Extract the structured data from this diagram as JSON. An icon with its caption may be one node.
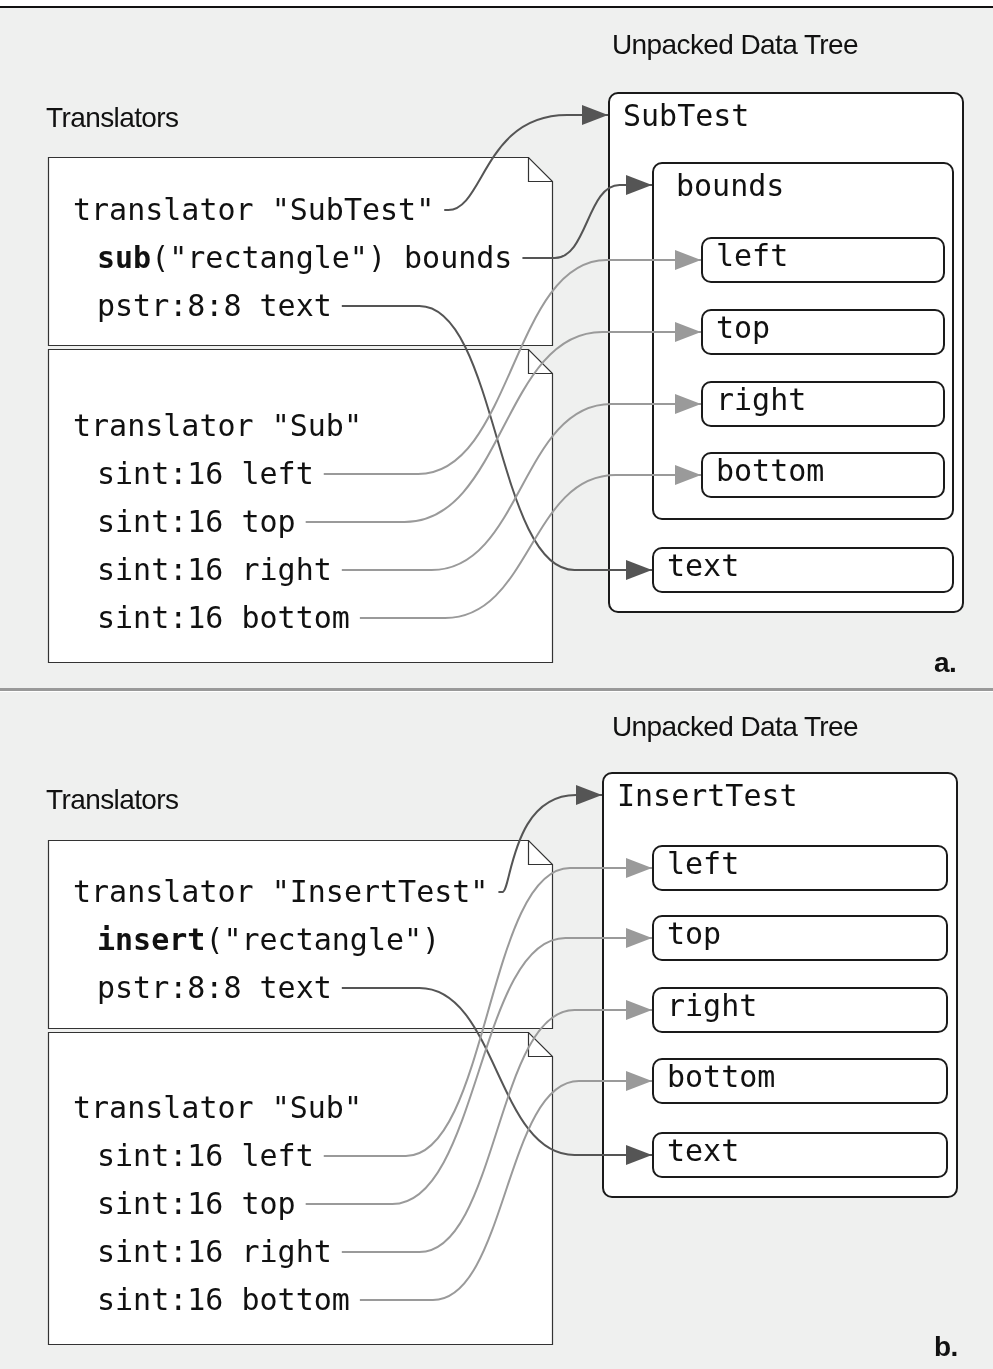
{
  "diagram": {
    "nodes": [
      {
        "text": [],
        "shape": "document"
      },
      {
        "text": [
          "translator \"SubTest\""
        ],
        "in": 0
      },
      {
        "text": [
          "**sub**(\"rectangle\") bounds"
        ],
        "in": 0
      },
      {
        "text": [
          "pstr:8:8 text"
        ],
        "in": 0
      },
      {
        "text": [
          "translator \"Sub\""
        ]
      },
      {
        "text": [
          "sint:16 left"
        ],
        "in": 4
      },
      {
        "text": [
          "sint:16 top"
        ],
        "in": 4
      },
      {
        "text": [
          "sint:16 right"
        ],
        "in": 4
      },
      {
        "text": [
          "sint:16 bottom"
        ],
        "in": 4
      },
      {
        "text": [
          "SubTest"
        ]
      },
      {
        "text": [
          "bounds"
        ],
        "in": 9
      },
      {
        "text": [
          "left"
        ],
        "in": 10
      },
      {
        "text": [
          "top"
        ],
        "in": 10
      },
      {
        "text": [
          "right"
        ],
        "in": 10
      },
      {
        "text": [
          "bottom"
        ],
        "in": 10
      },
      {
        "text": [
          "text"
        ],
        "in": 9
      },
      {
        "text": [
          "**insert**(\"rectangle\")"
        ]
      },
      {
        "text": [
          "translator \"InsertTest\""
        ],
        "in": 16
      },
      {
        "text": [
          "pstr:8:8 text"
        ],
        "in": 16
      },
      {
        "text": [
          "translator \"Sub\""
        ]
      },
      {
        "text": [
          "sint:16 left"
        ],
        "in": 19
      },
      {
        "text": [
          "sint:16 top"
        ],
        "in": 19
      },
      {
        "text": [
          "sint:16 right"
        ],
        "in": 19
      },
      {
        "text": [
          "sint:16 bottom"
        ],
        "in": 19
      },
      {
        "text": [
          "InsertTest"
        ]
      },
      {
        "text": [
          "left"
        ],
        "in": 24
      },
      {
        "text": [
          "top"
        ],
        "in": 24
      },
      {
        "text": [
          "right"
        ],
        "in": 24
      },
      {
        "text": [
          "bottom"
        ],
        "in": 24
      },
      {
        "text": [
          "text"
        ],
        "in": 24
      }
    ],
    "edges": [
      {
        "from": 1,
        "to": 9,
        "arrow": "to"
      },
      {
        "from": 2,
        "to": 10,
        "arrow": "to"
      },
      {
        "from": 3,
        "to": 15,
        "arrow": "to"
      },
      {
        "from": 5,
        "to": 11,
        "arrow": "to",
        "color": "#9a9a9a"
      },
      {
        "from": 6,
        "to": 12,
        "arrow": "to",
        "color": "#9a9a9a"
      },
      {
        "from": 7,
        "to": 13,
        "arrow": "to",
        "color": "#9a9a9a"
      },
      {
        "from": 8,
        "to": 14,
        "arrow": "to",
        "color": "#9a9a9a"
      },
      {
        "from": 17,
        "to": 24,
        "arrow": "to"
      },
      {
        "from": 18,
        "to": 29,
        "arrow": "to"
      },
      {
        "from": 20,
        "to": 25,
        "arrow": "to",
        "color": "#9a9a9a"
      },
      {
        "from": 21,
        "to": 26,
        "arrow": "to",
        "color": "#9a9a9a"
      },
      {
        "from": 22,
        "to": 27,
        "arrow": "to",
        "color": "#9a9a9a"
      },
      {
        "from": 23,
        "to": 28,
        "arrow": "to",
        "color": "#9a9a9a"
      }
    ],
    "labels": [
      "Unpacked Data Tree",
      "Translators",
      "a.",
      "Unpacked Data Tree",
      "Translators",
      "b."
    ]
  }
}
